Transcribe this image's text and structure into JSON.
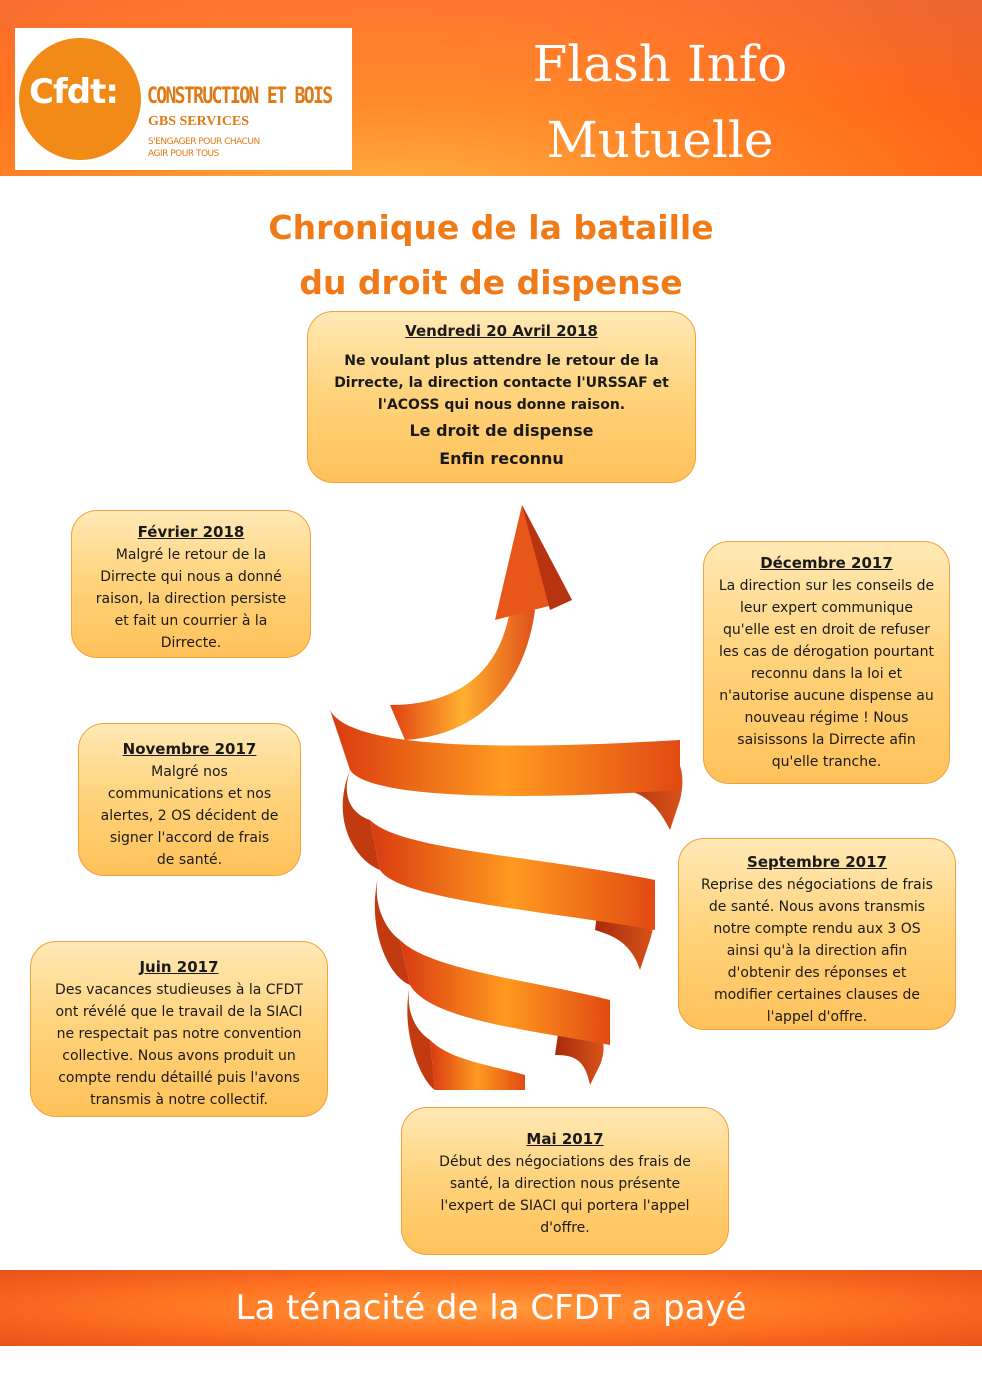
{
  "header": {
    "logo": {
      "cfdt": "Cfdt:",
      "name": "CONSTRUCTION ET BOIS",
      "subtitle": "GBS SERVICES",
      "tagline_1": "S'ENGAGER POUR CHACUN",
      "tagline_2": "AGIR POUR TOUS"
    },
    "title_line1": "Flash Info",
    "title_line2": "Mutuelle"
  },
  "main_title": {
    "line1": "Chronique de la bataille",
    "line2": "du droit de dispense"
  },
  "timeline": {
    "avril_2018": {
      "date": "Vendredi 20 Avril 2018",
      "body": "Ne voulant plus attendre le retour de la Dirrecte, la direction contacte l'URSSAF et l'ACOSS qui nous donne raison.",
      "highlight1": "Le droit de dispense",
      "highlight2": "Enfin reconnu"
    },
    "fevrier_2018": {
      "date": "Février 2018",
      "body": "Malgré le retour de la Dirrecte qui nous a donné raison, la direction persiste et fait un courrier à la Dirrecte."
    },
    "decembre_2017": {
      "date": "Décembre 2017",
      "body": "La direction sur les conseils de leur expert communique qu'elle est en droit de refuser les cas de dérogation pourtant reconnu dans la loi et n'autorise aucune dispense au nouveau régime ! Nous saisissons la Dirrecte afin qu'elle tranche."
    },
    "novembre_2017": {
      "date": "Novembre 2017",
      "body": "Malgré nos communications et nos alertes, 2 OS décident de signer l'accord de frais de santé."
    },
    "septembre_2017": {
      "date": "Septembre 2017",
      "body": "Reprise des négociations de frais de santé. Nous avons transmis notre compte rendu aux 3 OS ainsi qu'à la direction afin d'obtenir des réponses et modifier certaines clauses de l'appel d'offre."
    },
    "juin_2017": {
      "date": "Juin 2017",
      "body": "Des vacances studieuses à la CFDT ont révélé que le travail de la SIACI ne respectait pas notre convention collective. Nous avons produit un compte rendu détaillé puis l'avons transmis à notre collectif."
    },
    "mai_2017": {
      "date": "Mai 2017",
      "body": "Début des négociations des frais de santé, la direction nous présente l'expert de SIACI qui portera l'appel d'offre."
    }
  },
  "footer": {
    "text": "La ténacité de la CFDT a payé"
  },
  "colors": {
    "accent": "#f07a18",
    "header_orange": "#ff6a1a",
    "box_fill": "#ffd27a",
    "box_border": "#f2a13b"
  },
  "icons": {
    "spiral": "spiral-arrow-up-icon"
  }
}
